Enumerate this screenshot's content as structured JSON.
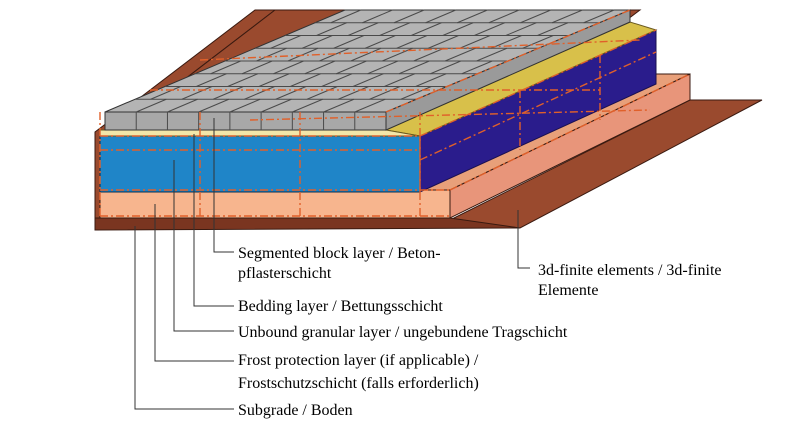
{
  "labels": {
    "segmented_block_line1": "Segmented block layer / Beton-",
    "segmented_block_line2": "pflasterschicht",
    "bedding": "Bedding layer / Bettungsschicht",
    "unbound_granular": "Unbound granular layer / ungebundene Tragschicht",
    "frost_line1": "Frost protection layer (if applicable) /",
    "frost_line2": "Frostschutzschicht (falls erforderlich)",
    "subgrade": "Subgrade / Boden",
    "finite_line1": "3d-finite elements / 3d-finite",
    "finite_line2": "Elemente"
  },
  "colors": {
    "subgrade": "#9a4a2e",
    "subgrade_dark": "#7a3520",
    "frost": "#f7b58e",
    "frost_top": "#e8a07a",
    "granular_front": "#1f85c8",
    "granular_side": "#2a1c8c",
    "bedding": "#f3e6a8",
    "blocks": "#b4b4b4",
    "block_lines": "#4a4a4a",
    "mesh": "#e0602a"
  }
}
